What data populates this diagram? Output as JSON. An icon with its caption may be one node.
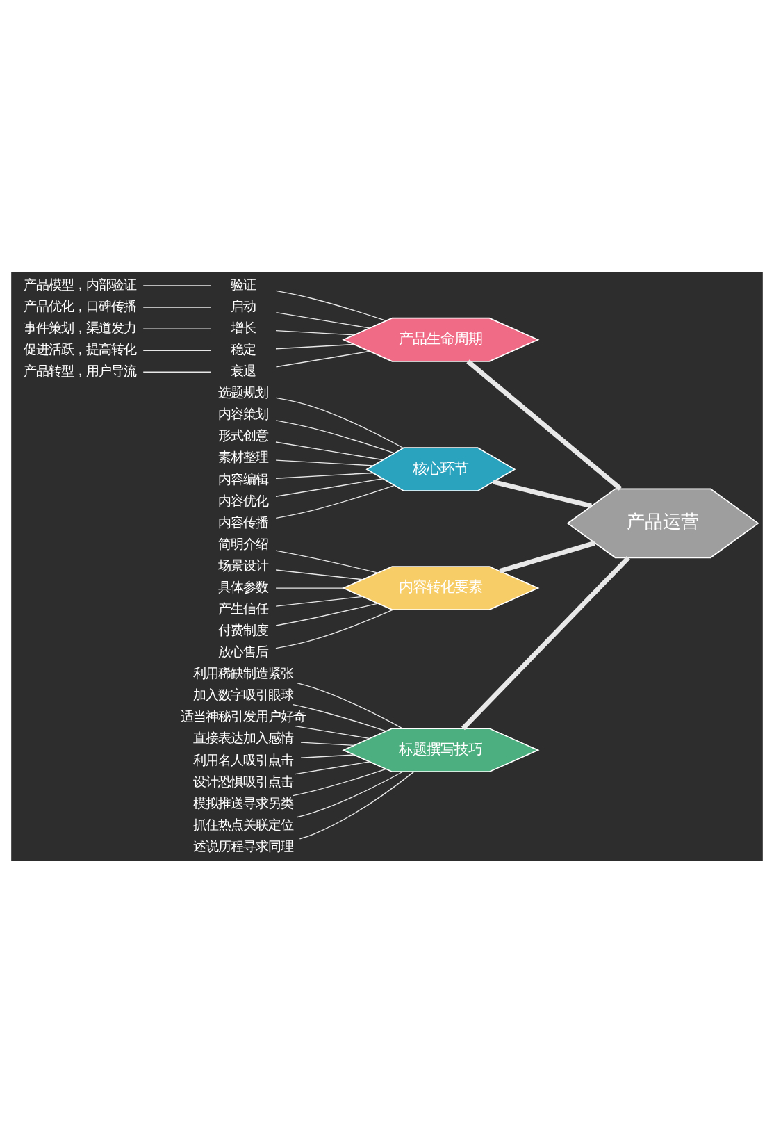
{
  "diagram": {
    "nodes": [
      {
        "text": [
          "产品运营"
        ]
      },
      {
        "text": [
          "产品生命周期"
        ]
      },
      {
        "text": [
          "产品模型，内部验证"
        ]
      },
      {
        "text": [
          "验证"
        ]
      },
      {
        "text": [
          "产品优化，口碑传播"
        ]
      },
      {
        "text": [
          "启动"
        ]
      },
      {
        "text": [
          "事件策划，渠道发力"
        ]
      },
      {
        "text": [
          "增长"
        ]
      },
      {
        "text": [
          "促进活跃，提高转化"
        ]
      },
      {
        "text": [
          "稳定"
        ]
      },
      {
        "text": [
          "产品转型，用户导流"
        ]
      },
      {
        "text": [
          "衰退"
        ]
      },
      {
        "text": [
          "核心环节"
        ]
      },
      {
        "text": [
          "选题规划"
        ]
      },
      {
        "text": [
          "内容策划"
        ]
      },
      {
        "text": [
          "形式创意"
        ]
      },
      {
        "text": [
          "素材整理"
        ]
      },
      {
        "text": [
          "内容编辑"
        ]
      },
      {
        "text": [
          "内容优化"
        ]
      },
      {
        "text": [
          "内容传播"
        ]
      },
      {
        "text": [
          "内容转化要素"
        ]
      },
      {
        "text": [
          "简明介绍"
        ]
      },
      {
        "text": [
          "场景设计"
        ]
      },
      {
        "text": [
          "具体参数"
        ]
      },
      {
        "text": [
          "产生信任"
        ]
      },
      {
        "text": [
          "付费制度"
        ]
      },
      {
        "text": [
          "放心售后"
        ]
      },
      {
        "text": [
          "标题撰写技巧"
        ]
      },
      {
        "text": [
          "利用稀缺制造紧张"
        ]
      },
      {
        "text": [
          "加入数字吸引眼球"
        ]
      },
      {
        "text": [
          "适当神秘引发用户好奇"
        ]
      },
      {
        "text": [
          "直接表达加入感情"
        ]
      },
      {
        "text": [
          "利用名人吸引点击"
        ]
      },
      {
        "text": [
          "设计恐惧吸引点击"
        ]
      },
      {
        "text": [
          "模拟推送寻求另类"
        ]
      },
      {
        "text": [
          "抓住热点关联定位"
        ]
      },
      {
        "text": [
          "述说历程寻求同理"
        ]
      }
    ],
    "edges": [
      {
        "from": 0,
        "to": 1,
        "arrow": "none",
        "style": "thick"
      },
      {
        "from": 1,
        "to": 3,
        "arrow": "none"
      },
      {
        "from": 3,
        "to": 2,
        "arrow": "none"
      },
      {
        "from": 1,
        "to": 5,
        "arrow": "none"
      },
      {
        "from": 5,
        "to": 4,
        "arrow": "none"
      },
      {
        "from": 1,
        "to": 7,
        "arrow": "none"
      },
      {
        "from": 7,
        "to": 6,
        "arrow": "none"
      },
      {
        "from": 1,
        "to": 9,
        "arrow": "none"
      },
      {
        "from": 9,
        "to": 8,
        "arrow": "none"
      },
      {
        "from": 1,
        "to": 11,
        "arrow": "none"
      },
      {
        "from": 11,
        "to": 10,
        "arrow": "none"
      },
      {
        "from": 0,
        "to": 12,
        "arrow": "none",
        "style": "thick"
      },
      {
        "from": 12,
        "to": 13,
        "arrow": "none"
      },
      {
        "from": 12,
        "to": 14,
        "arrow": "none"
      },
      {
        "from": 12,
        "to": 15,
        "arrow": "none"
      },
      {
        "from": 12,
        "to": 16,
        "arrow": "none"
      },
      {
        "from": 12,
        "to": 17,
        "arrow": "none"
      },
      {
        "from": 12,
        "to": 18,
        "arrow": "none"
      },
      {
        "from": 12,
        "to": 19,
        "arrow": "none"
      },
      {
        "from": 0,
        "to": 20,
        "arrow": "none",
        "style": "thick"
      },
      {
        "from": 20,
        "to": 21,
        "arrow": "none"
      },
      {
        "from": 20,
        "to": 22,
        "arrow": "none"
      },
      {
        "from": 20,
        "to": 23,
        "arrow": "none"
      },
      {
        "from": 20,
        "to": 24,
        "arrow": "none"
      },
      {
        "from": 20,
        "to": 25,
        "arrow": "none"
      },
      {
        "from": 20,
        "to": 26,
        "arrow": "none"
      },
      {
        "from": 0,
        "to": 27,
        "arrow": "none",
        "style": "thick"
      },
      {
        "from": 27,
        "to": 28,
        "arrow": "none"
      },
      {
        "from": 27,
        "to": 29,
        "arrow": "none"
      },
      {
        "from": 27,
        "to": 30,
        "arrow": "none"
      },
      {
        "from": 27,
        "to": 31,
        "arrow": "none"
      },
      {
        "from": 27,
        "to": 32,
        "arrow": "none"
      },
      {
        "from": 27,
        "to": 33,
        "arrow": "none"
      },
      {
        "from": 27,
        "to": 34,
        "arrow": "none"
      },
      {
        "from": 27,
        "to": 35,
        "arrow": "none"
      },
      {
        "from": 27,
        "to": 36,
        "arrow": "none"
      }
    ]
  }
}
